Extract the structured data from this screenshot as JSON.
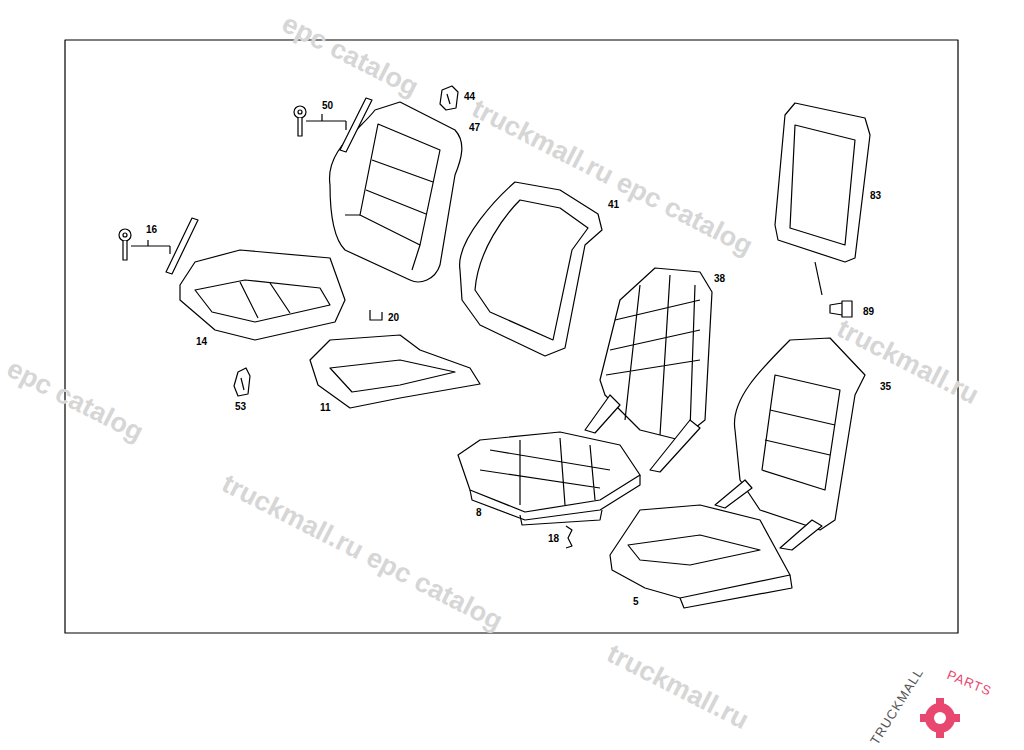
{
  "diagram": {
    "labels": [
      "epc catalog",
      "44",
      "50",
      "47",
      "truckmall.ru epc catalog",
      "41",
      "83",
      "16",
      "20",
      "14",
      "38",
      "89",
      "epc catalog",
      "truckmall.ru",
      "53",
      "11",
      "35",
      "truckmall.ru epc catalog",
      "8",
      "18",
      "5",
      "truckmall.ru",
      "TRUCKMALL",
      "PARTS"
    ]
  }
}
